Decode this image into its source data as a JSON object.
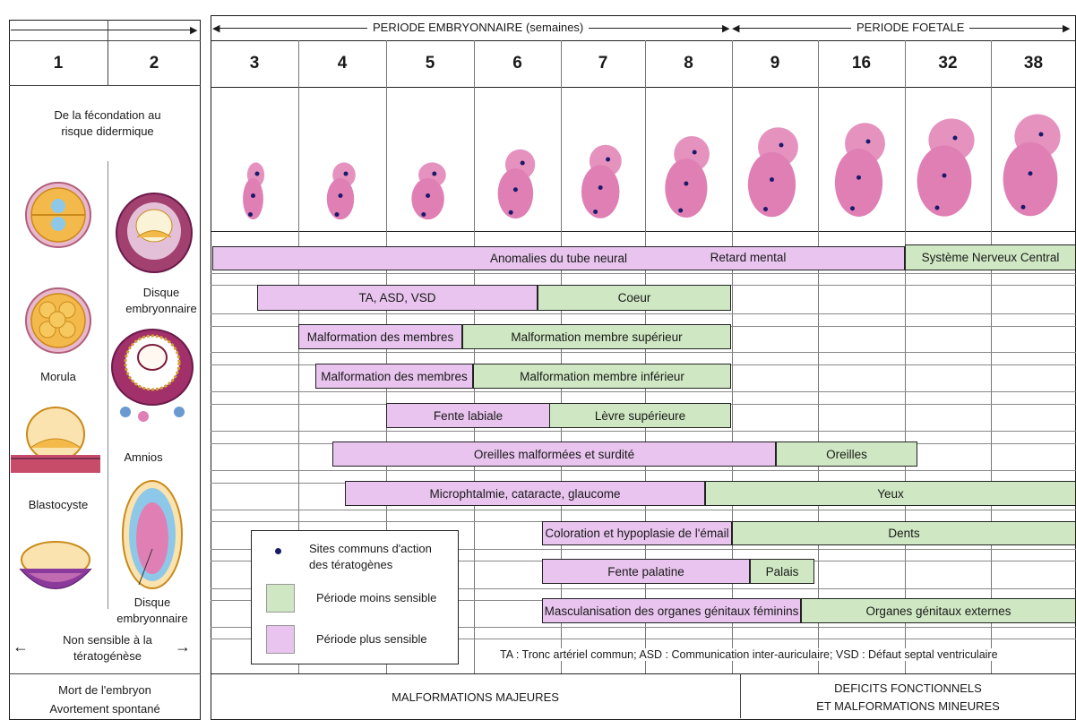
{
  "colors": {
    "sensitive": "#e8c4ee",
    "less_sensitive": "#cfe8c3",
    "embryo": "#e07fb4",
    "site_dot": "#1a1a6a"
  },
  "left": {
    "col1": "1",
    "col2": "2",
    "fecondation": "De la fécondation au risque didermique",
    "disque1": "Disque embryonnaire",
    "morula": "Morula",
    "amnios": "Amnios",
    "blastocyste": "Blastocyste",
    "disque2": "Disque embryonnaire",
    "non_sensible": "Non sensible à la tératogénèse",
    "mort": "Mort de l'embryon",
    "avortement": "Avortement spontané"
  },
  "header": {
    "embryonic": "PERIODE EMBRYONNAIRE (semaines)",
    "fetal": "PERIODE FOETALE",
    "weeks": [
      "3",
      "4",
      "5",
      "6",
      "7",
      "8",
      "9",
      "16",
      "32",
      "38"
    ]
  },
  "bars": [
    {
      "name": "Anomalies du tube neural",
      "color": "pink"
    },
    {
      "name": "Retard mental",
      "color": "pink"
    },
    {
      "name": "Système Nerveux Central",
      "color": "green"
    },
    {
      "name": "TA, ASD, VSD",
      "color": "pink"
    },
    {
      "name": "Coeur",
      "color": "green"
    },
    {
      "name": "Malformation des membres",
      "color": "pink"
    },
    {
      "name": "Malformation membre supérieur",
      "color": "green"
    },
    {
      "name": "Malformation des membres",
      "color": "pink"
    },
    {
      "name": "Malformation membre inférieur",
      "color": "green"
    },
    {
      "name": "Fente labiale",
      "color": "pink"
    },
    {
      "name": "Lèvre supérieure",
      "color": "green"
    },
    {
      "name": "Oreilles malformées et surdité",
      "color": "pink"
    },
    {
      "name": "Oreilles",
      "color": "green"
    },
    {
      "name": "Microphtalmie, cataracte, glaucome",
      "color": "pink"
    },
    {
      "name": "Yeux",
      "color": "green"
    },
    {
      "name": "Coloration et hypoplasie de l'émail",
      "color": "pink"
    },
    {
      "name": "Dents",
      "color": "green"
    },
    {
      "name": "Fente palatine",
      "color": "pink"
    },
    {
      "name": "Palais",
      "color": "green"
    },
    {
      "name": "Masculanisation des organes génitaux féminins",
      "color": "pink"
    },
    {
      "name": "Organes génitaux externes",
      "color": "green"
    }
  ],
  "legend": {
    "sites": "Sites communs d'action des tératogènes",
    "moins": "Période moins sensible",
    "plus": "Période plus sensible"
  },
  "footnote": "TA : Tronc artériel commun; ASD : Communication inter-auriculaire; VSD : Défaut septal ventriculaire",
  "footer": {
    "majeures": "MALFORMATIONS MAJEURES",
    "deficits1": "DEFICITS FONCTIONNELS",
    "deficits2": "ET MALFORMATIONS MINEURES"
  }
}
